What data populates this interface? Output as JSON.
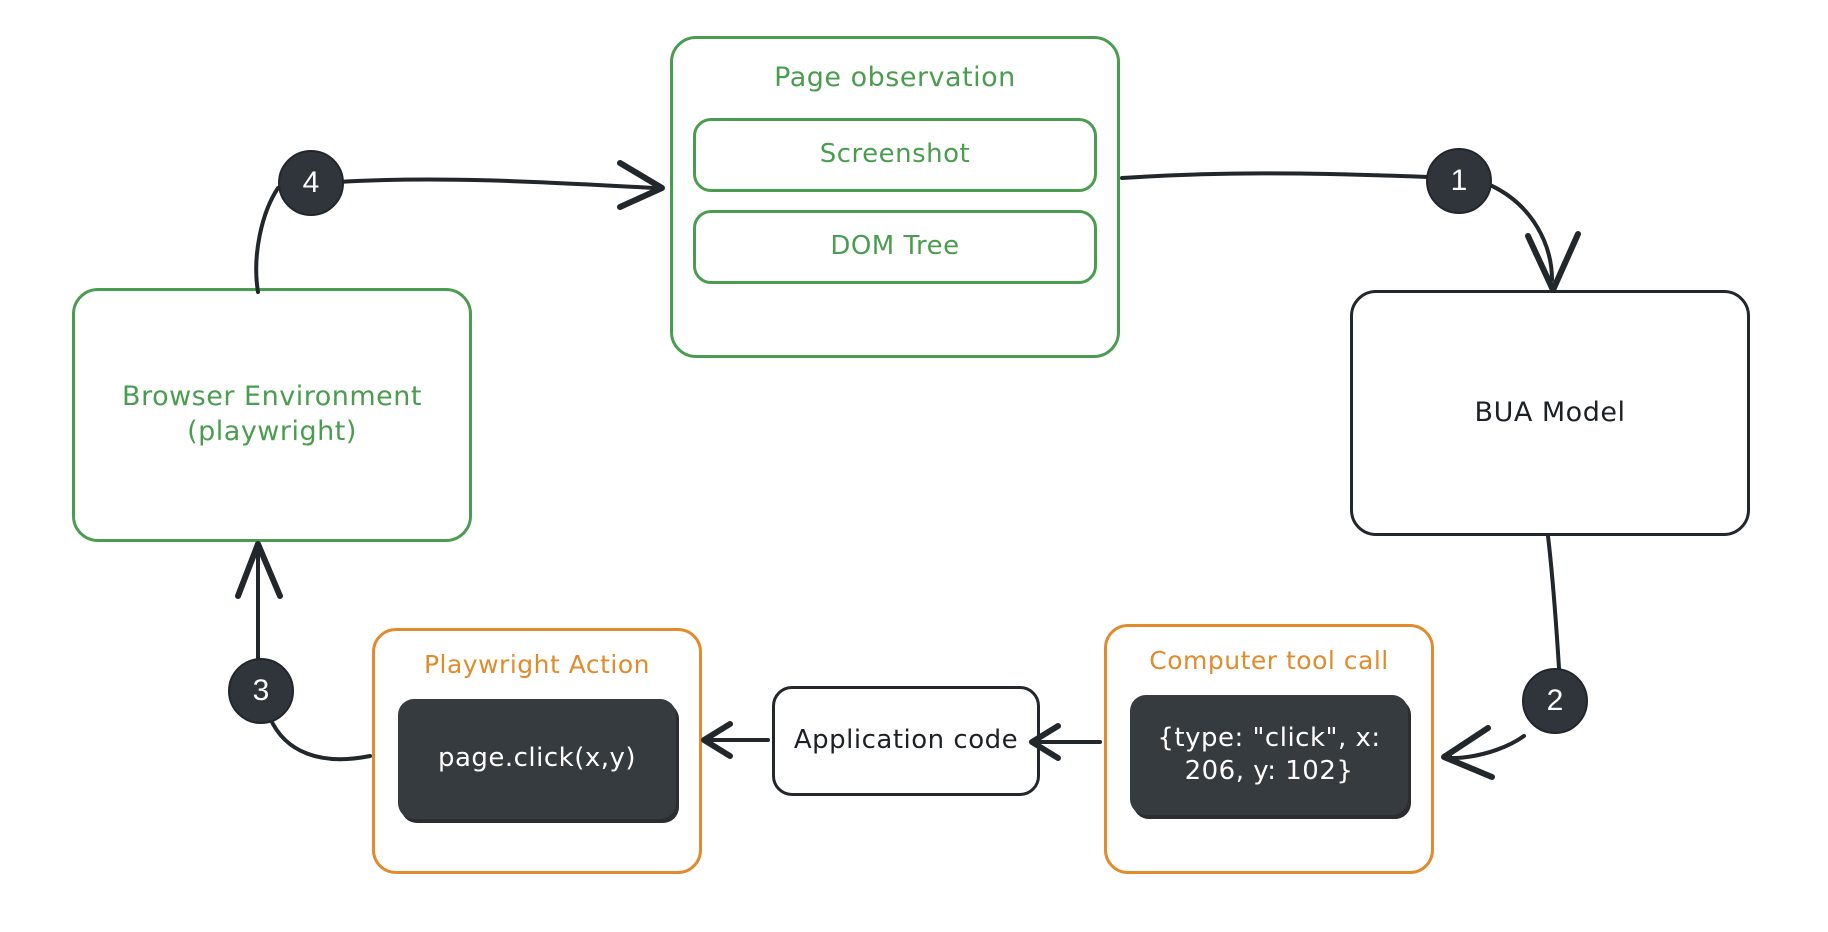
{
  "diagram": {
    "title": "BUA browser-use agent loop",
    "background_color": "#ffffff",
    "colors": {
      "green": "#4a9d4f",
      "orange": "#e08b2d",
      "dark": "#22272c",
      "chip_fill": "#363b40",
      "badge_fill": "#30353b"
    }
  },
  "nodes": {
    "page_observation": {
      "label": "Page observation",
      "items": [
        {
          "label": "Screenshot"
        },
        {
          "label": "DOM Tree"
        }
      ]
    },
    "browser_environment": {
      "label": "Browser Environment\n(playwright)"
    },
    "bua_model": {
      "label": "BUA Model"
    },
    "computer_tool_call": {
      "label": "Computer tool call",
      "code": "{type: \"click\", x: 206, y: 102}"
    },
    "application_code": {
      "label": "Application code"
    },
    "playwright_action": {
      "label": "Playwright Action",
      "code": "page.click(x,y)"
    }
  },
  "steps": [
    {
      "number": "1",
      "from": "page-observation",
      "to": "bua-model"
    },
    {
      "number": "2",
      "from": "bua-model",
      "to": "computer-tool-call"
    },
    {
      "number": "3",
      "from": "playwright-action",
      "to": "browser-environment"
    },
    {
      "number": "4",
      "from": "browser-environment",
      "to": "page-observation"
    }
  ]
}
